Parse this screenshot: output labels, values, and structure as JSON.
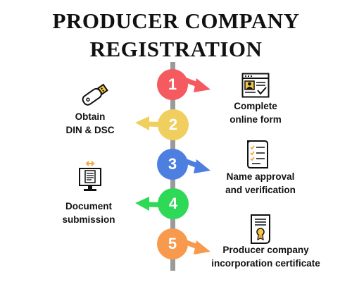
{
  "title": {
    "line1": "PRODUCER COMPANY",
    "line2": "REGISTRATION"
  },
  "steps": [
    {
      "number": "1",
      "label_line1": "Complete",
      "label_line2": "online form",
      "side": "right",
      "color": "#f45a5f",
      "icon": "online-form-icon"
    },
    {
      "number": "2",
      "label_line1": "Obtain",
      "label_line2": "DIN & DSC",
      "side": "left",
      "color": "#f0cf5e",
      "icon": "usb-token-icon"
    },
    {
      "number": "3",
      "label_line1": "Name approval",
      "label_line2": "and verification",
      "side": "right",
      "color": "#4c7fe0",
      "icon": "checklist-icon"
    },
    {
      "number": "4",
      "label_line1": "Document",
      "label_line2": "submission",
      "side": "left",
      "color": "#2fd958",
      "icon": "document-transfer-icon"
    },
    {
      "number": "5",
      "label_line1": "Producer company",
      "label_line2": "incorporation certificate",
      "side": "right",
      "color": "#f79a4d",
      "icon": "certificate-icon"
    }
  ]
}
